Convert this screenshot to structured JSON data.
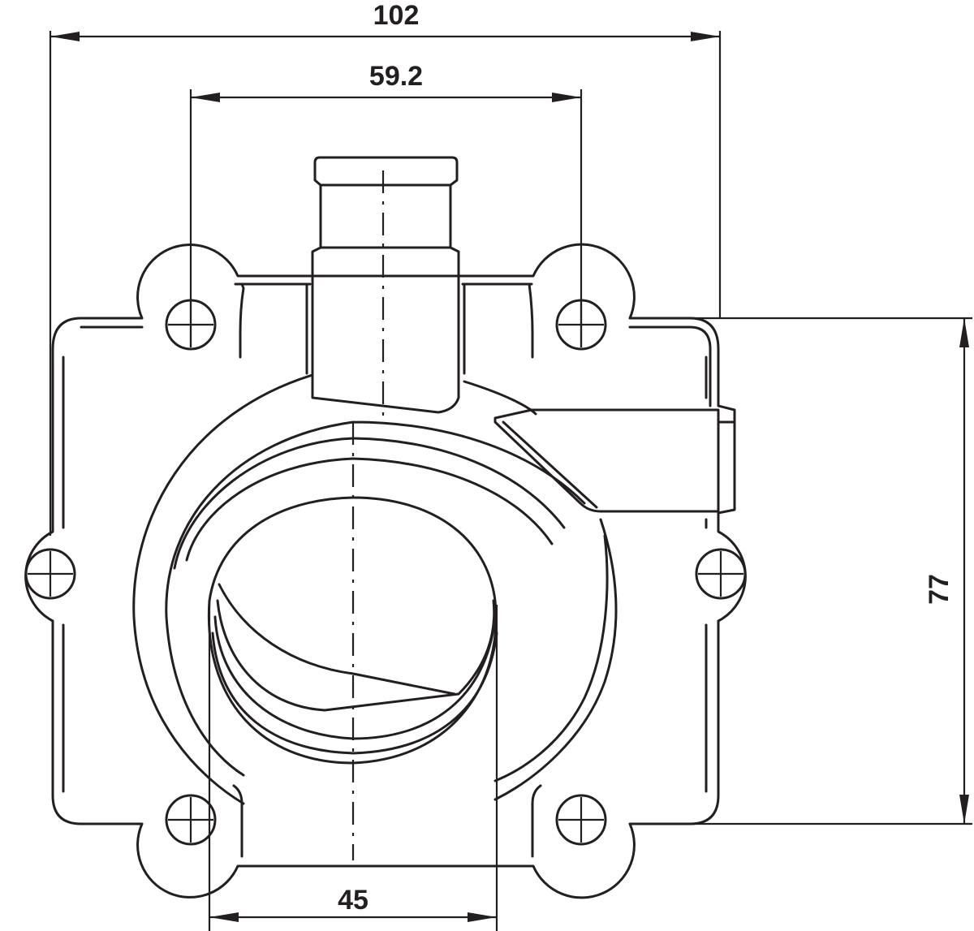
{
  "dimensions": {
    "overall_width": "102",
    "hole_spacing": "59.2",
    "height": "77",
    "bore": "45"
  }
}
